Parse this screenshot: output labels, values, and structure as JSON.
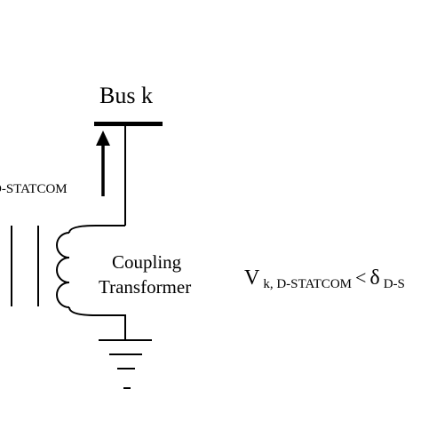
{
  "diagram": {
    "bus_label": "Bus k",
    "current_label": "D-STATCOM",
    "transformer_label_line1": "Coupling",
    "transformer_label_line2": "Transformer",
    "voltage_label": {
      "symbol": "V",
      "subscript": "k, D-STATCOM",
      "operator": "<",
      "angle_symbol": "δ",
      "angle_subscript": "D-S"
    }
  },
  "colors": {
    "line": "#000000",
    "background": "#ffffff"
  }
}
